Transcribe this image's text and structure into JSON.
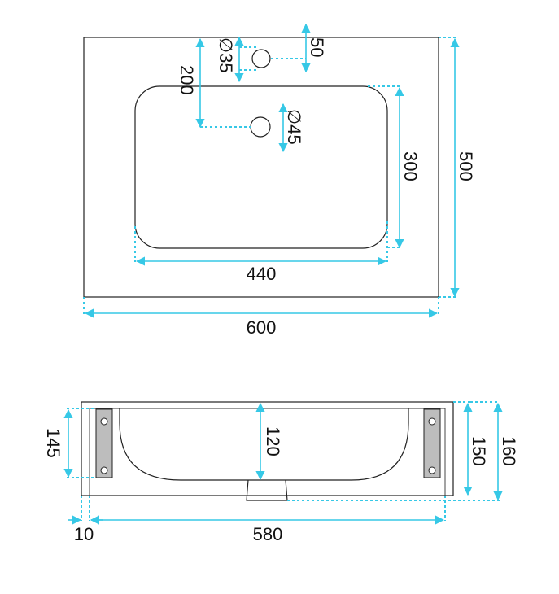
{
  "colors": {
    "dimension": "#36c8e6",
    "outline": "#222222",
    "bracket_fill": "#bdbdbd"
  },
  "top_view": {
    "hole_small_label": "∅35",
    "hole_small_offset_label": "50",
    "hole_large_label": "∅45",
    "hole_large_offset_label": "200",
    "basin_depth_label": "300",
    "basin_width_label": "440",
    "overall_depth_label": "500",
    "overall_width_label": "600"
  },
  "side_view": {
    "bracket_label": "145",
    "bowl_depth_label": "120",
    "inner_height_label": "150",
    "overall_height_label": "160",
    "wall_label": "10",
    "inner_width_label": "580"
  }
}
